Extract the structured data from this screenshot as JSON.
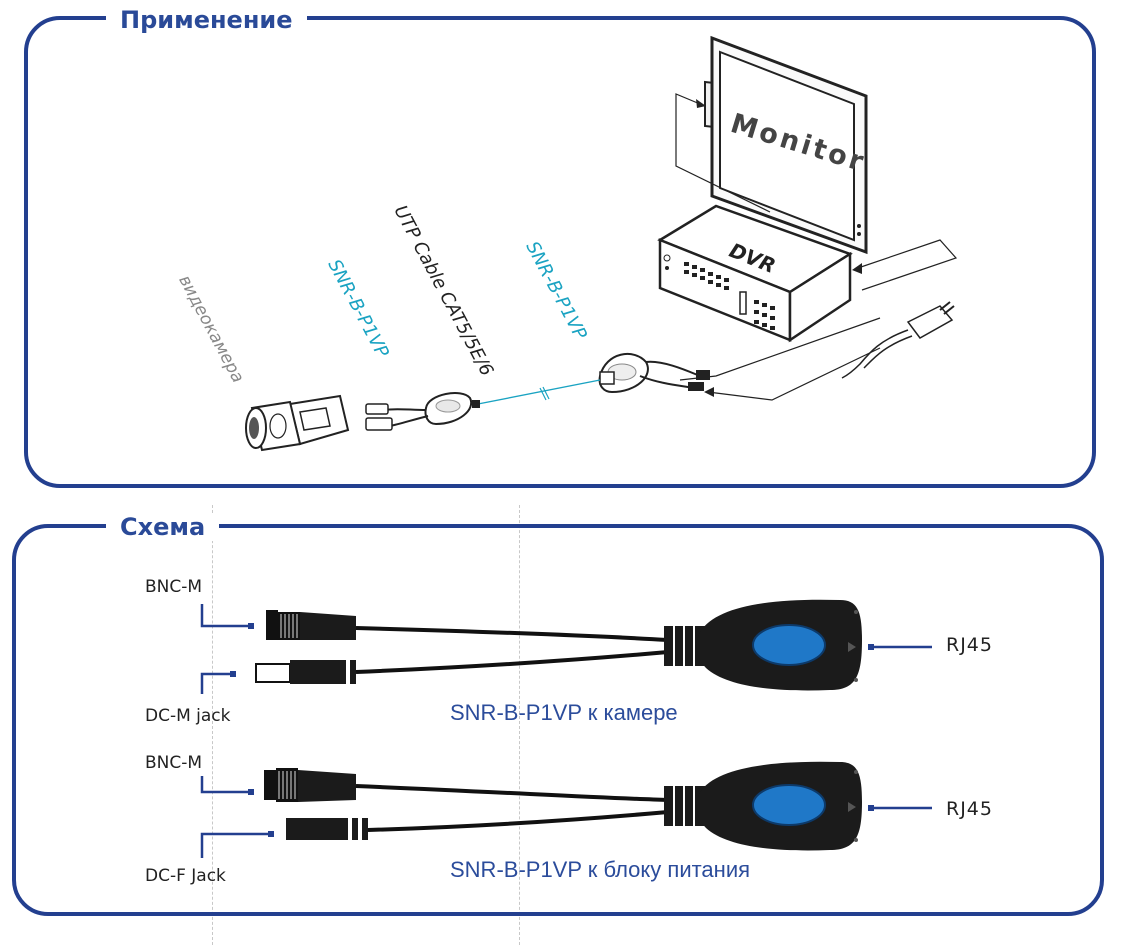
{
  "sections": {
    "application_title": "Применение",
    "scheme_title": "Схема"
  },
  "application": {
    "monitor_label": "Monitor",
    "dvr_label": "DVR",
    "camera_label": "видеокамера",
    "transceiver_left_label": "SNR-B-P1VP",
    "cable_label": "UTP Cable CAT5/5E/6",
    "transceiver_right_label": "SNR-B-P1VP"
  },
  "scheme": {
    "top": {
      "bnc_label": "BNC-M",
      "dc_label": "DC-M jack",
      "rj_label": "RJ45",
      "caption": "SNR-B-P1VP к камере"
    },
    "bottom": {
      "bnc_label": "BNC-M",
      "dc_label": "DC-F Jack",
      "rj_label": "RJ45",
      "caption": "SNR-B-P1VP к блоку питания"
    }
  },
  "colors": {
    "frame": "#233f8f",
    "title": "#2a4a98",
    "accent_teal": "#1aa3c2",
    "device_body": "#1b1b1b",
    "device_lens": "#1f78c8"
  }
}
